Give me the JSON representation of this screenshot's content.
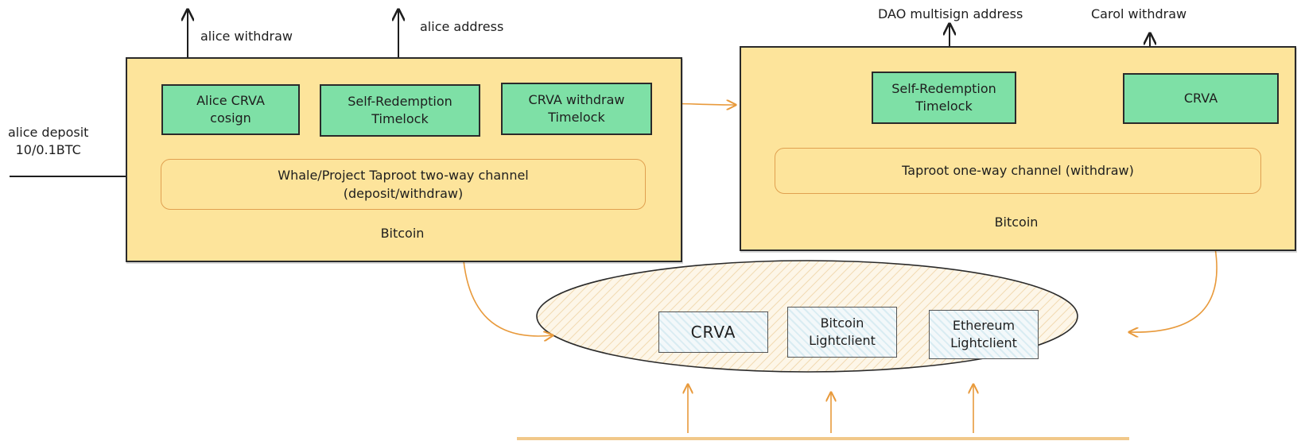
{
  "left_chain": {
    "label": "Bitcoin",
    "boxes": [
      {
        "text": "Alice CRVA\ncosign"
      },
      {
        "text": "Self-Redemption\nTimelock"
      },
      {
        "text": "CRVA withdraw\nTimelock"
      }
    ],
    "channel": "Whale/Project Taproot two-way channel\n(deposit/withdraw)"
  },
  "right_chain": {
    "label": "Bitcoin",
    "boxes": [
      {
        "text": "Self-Redemption\nTimelock"
      },
      {
        "text": "CRVA"
      }
    ],
    "channel": "Taproot one-way channel (withdraw)"
  },
  "outputs": {
    "alice_withdraw": "alice withdraw",
    "alice_address": "alice address",
    "dao_address": "DAO multisign address",
    "carol_withdraw": "Carol withdraw"
  },
  "input": {
    "alice_deposit": "alice deposit\n10/0.1BTC"
  },
  "hub": {
    "items": [
      {
        "text": "CRVA"
      },
      {
        "text": "Bitcoin\nLightclient"
      },
      {
        "text": "Ethereum\nLightclient"
      }
    ]
  },
  "colors": {
    "panel": "#fde49b",
    "box": "#7ee0a6",
    "arrow_orange": "#e89a3c",
    "arrow_black": "#1e1e1e"
  }
}
